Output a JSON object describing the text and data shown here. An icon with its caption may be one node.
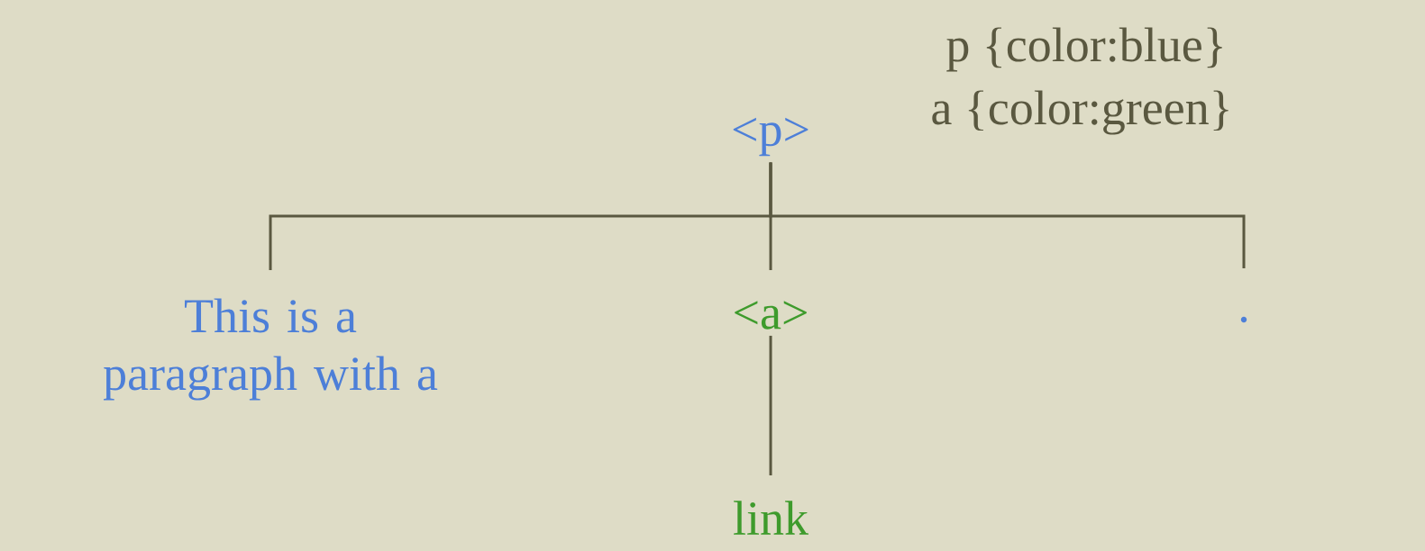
{
  "diagram": {
    "nodes": [
      {
        "text": [
          "<p>"
        ]
      },
      {
        "text": [
          "This is a paragraph with a"
        ]
      },
      {
        "text": [
          "<a>"
        ]
      },
      {
        "text": [
          "."
        ]
      },
      {
        "text": [
          "link"
        ]
      }
    ],
    "edges": [
      {
        "from": 0,
        "to": 1,
        "arrow": "none"
      },
      {
        "from": 0,
        "to": 2,
        "arrow": "none"
      },
      {
        "from": 0,
        "to": 3,
        "arrow": "none"
      },
      {
        "from": 2,
        "to": 4,
        "arrow": "none"
      }
    ],
    "labels": [
      "p {color:blue}",
      "a {color:green}"
    ]
  }
}
